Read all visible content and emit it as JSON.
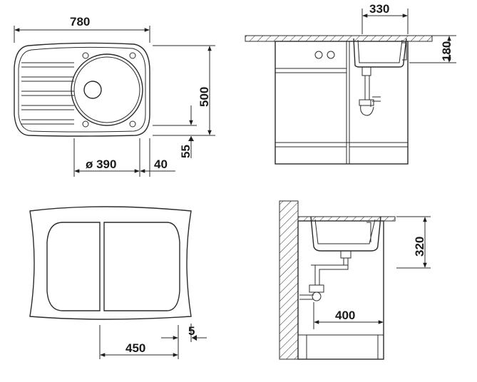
{
  "dimensions": {
    "top_width": "780",
    "top_depth": "500",
    "bowl_diameter": "ø 390",
    "bowl_offset_right": "40",
    "bowl_offset_front": "55",
    "side_width": "330",
    "side_depth": "180",
    "cabinet_width": "450",
    "cabinet_gap": "5",
    "drain_offset": "400",
    "drain_height": "320"
  }
}
